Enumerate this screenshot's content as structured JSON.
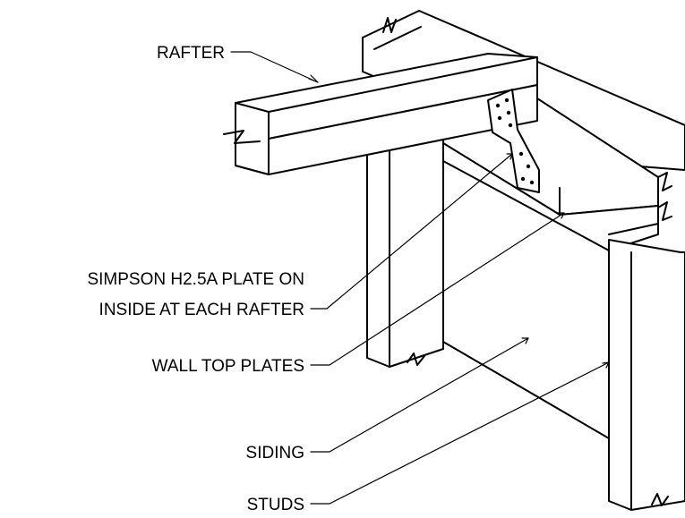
{
  "labels": {
    "rafter": "RAFTER",
    "plate_line1": "SIMPSON H2.5A PLATE ON",
    "plate_line2": "INSIDE AT EACH RAFTER",
    "top_plates": "WALL TOP PLATES",
    "siding": "SIDING",
    "studs": "STUDS"
  }
}
